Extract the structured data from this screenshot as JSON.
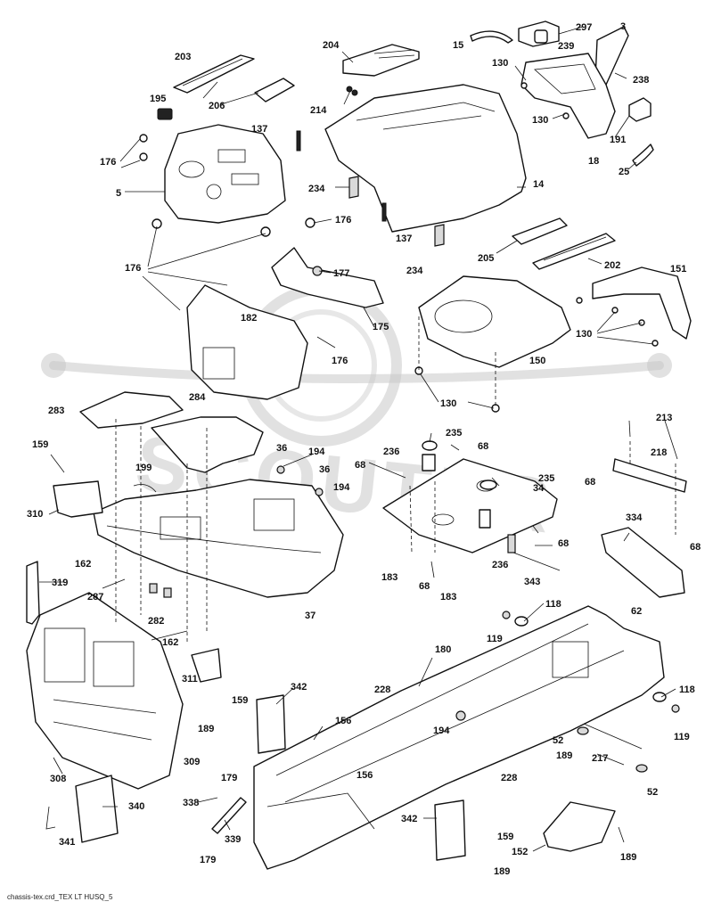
{
  "footer": "chassis-tex.crd_TEX LT HUSQ_5",
  "watermark": {
    "text": "SCOUTER",
    "color": "#c9c9c9"
  },
  "callouts": [
    {
      "id": "c297",
      "label": "297"
    },
    {
      "id": "c3",
      "label": "3"
    },
    {
      "id": "c15",
      "label": "15"
    },
    {
      "id": "c239",
      "label": "239"
    },
    {
      "id": "c238",
      "label": "238"
    },
    {
      "id": "c204",
      "label": "204"
    },
    {
      "id": "c203",
      "label": "203"
    },
    {
      "id": "c130a",
      "label": "130"
    },
    {
      "id": "c214",
      "label": "214"
    },
    {
      "id": "c195",
      "label": "195"
    },
    {
      "id": "c206",
      "label": "206"
    },
    {
      "id": "c130b",
      "label": "130"
    },
    {
      "id": "c191",
      "label": "191"
    },
    {
      "id": "c137a",
      "label": "137"
    },
    {
      "id": "c18",
      "label": "18"
    },
    {
      "id": "c176a",
      "label": "176"
    },
    {
      "id": "c25",
      "label": "25"
    },
    {
      "id": "c5",
      "label": "5"
    },
    {
      "id": "c234a",
      "label": "234"
    },
    {
      "id": "c14",
      "label": "14"
    },
    {
      "id": "c176b",
      "label": "176"
    },
    {
      "id": "c137b",
      "label": "137"
    },
    {
      "id": "c205",
      "label": "205"
    },
    {
      "id": "c234b",
      "label": "234"
    },
    {
      "id": "c202",
      "label": "202"
    },
    {
      "id": "c176c",
      "label": "176"
    },
    {
      "id": "c177",
      "label": "177"
    },
    {
      "id": "c151",
      "label": "151"
    },
    {
      "id": "c182",
      "label": "182"
    },
    {
      "id": "c175",
      "label": "175"
    },
    {
      "id": "c130c",
      "label": "130"
    },
    {
      "id": "c176d",
      "label": "176"
    },
    {
      "id": "c150",
      "label": "150"
    },
    {
      "id": "c130d",
      "label": "130"
    },
    {
      "id": "c283",
      "label": "283"
    },
    {
      "id": "c284",
      "label": "284"
    },
    {
      "id": "c213",
      "label": "213"
    },
    {
      "id": "c235a",
      "label": "235"
    },
    {
      "id": "c159a",
      "label": "159"
    },
    {
      "id": "c36a",
      "label": "36"
    },
    {
      "id": "c194a",
      "label": "194"
    },
    {
      "id": "c236a",
      "label": "236"
    },
    {
      "id": "c68a",
      "label": "68"
    },
    {
      "id": "c218",
      "label": "218"
    },
    {
      "id": "c199",
      "label": "199"
    },
    {
      "id": "c36b",
      "label": "36"
    },
    {
      "id": "c68b",
      "label": "68"
    },
    {
      "id": "c235b",
      "label": "235"
    },
    {
      "id": "c194b",
      "label": "194"
    },
    {
      "id": "c34",
      "label": "34"
    },
    {
      "id": "c68c",
      "label": "68"
    },
    {
      "id": "c310",
      "label": "310"
    },
    {
      "id": "c334",
      "label": "334"
    },
    {
      "id": "c68d",
      "label": "68"
    },
    {
      "id": "c68e",
      "label": "68"
    },
    {
      "id": "c162a",
      "label": "162"
    },
    {
      "id": "c183a",
      "label": "183"
    },
    {
      "id": "c236b",
      "label": "236"
    },
    {
      "id": "c319",
      "label": "319"
    },
    {
      "id": "c68f",
      "label": "68"
    },
    {
      "id": "c343",
      "label": "343"
    },
    {
      "id": "c287",
      "label": "287"
    },
    {
      "id": "c183b",
      "label": "183"
    },
    {
      "id": "c62",
      "label": "62"
    },
    {
      "id": "c282",
      "label": "282"
    },
    {
      "id": "c37",
      "label": "37"
    },
    {
      "id": "c118a",
      "label": "118"
    },
    {
      "id": "c162b",
      "label": "162"
    },
    {
      "id": "c119a",
      "label": "119"
    },
    {
      "id": "c180",
      "label": "180"
    },
    {
      "id": "c311",
      "label": "311"
    },
    {
      "id": "c159b",
      "label": "159"
    },
    {
      "id": "c228a",
      "label": "228"
    },
    {
      "id": "c342a",
      "label": "342"
    },
    {
      "id": "c118b",
      "label": "118"
    },
    {
      "id": "c189a",
      "label": "189"
    },
    {
      "id": "c156a",
      "label": "156"
    },
    {
      "id": "c194c",
      "label": "194"
    },
    {
      "id": "c52a",
      "label": "52"
    },
    {
      "id": "c119b",
      "label": "119"
    },
    {
      "id": "c309",
      "label": "309"
    },
    {
      "id": "c217",
      "label": "217"
    },
    {
      "id": "c189b",
      "label": "189"
    },
    {
      "id": "c308",
      "label": "308"
    },
    {
      "id": "c228b",
      "label": "228"
    },
    {
      "id": "c179a",
      "label": "179"
    },
    {
      "id": "c156b",
      "label": "156"
    },
    {
      "id": "c52b",
      "label": "52"
    },
    {
      "id": "c338",
      "label": "338"
    },
    {
      "id": "c340",
      "label": "340"
    },
    {
      "id": "c342b",
      "label": "342"
    },
    {
      "id": "c339",
      "label": "339"
    },
    {
      "id": "c341",
      "label": "341"
    },
    {
      "id": "c159c",
      "label": "159"
    },
    {
      "id": "c152",
      "label": "152"
    },
    {
      "id": "c189c",
      "label": "189"
    },
    {
      "id": "c179b",
      "label": "179"
    },
    {
      "id": "c189d",
      "label": "189"
    }
  ]
}
